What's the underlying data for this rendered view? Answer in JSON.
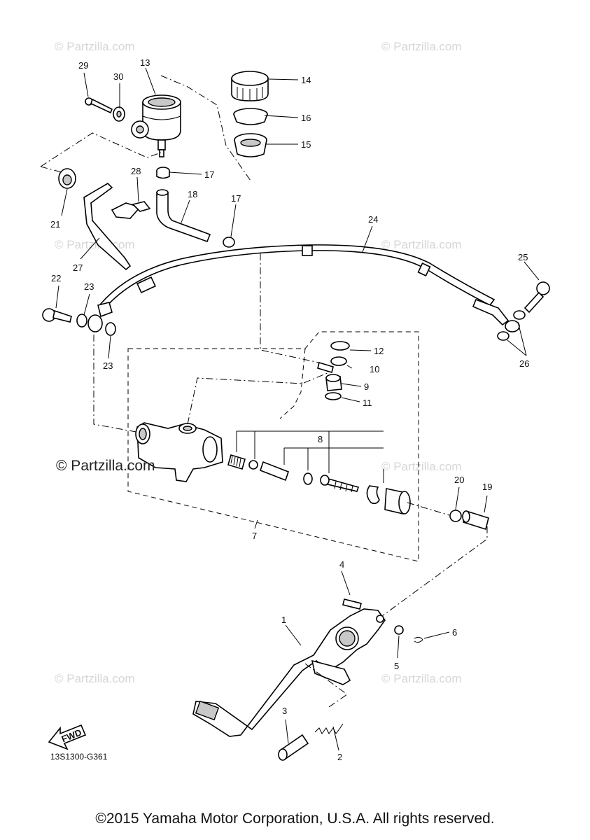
{
  "watermark": "© Partzilla.com",
  "diagram_code": "13S1300-G361",
  "copyright": "©2015 Yamaha Motor Corporation, U.S.A. All rights reserved.",
  "fwd_label": "FWD",
  "callouts": {
    "p1": "1",
    "p2": "2",
    "p3": "3",
    "p4": "4",
    "p5": "5",
    "p6": "6",
    "p7": "7",
    "p8": "8",
    "p9": "9",
    "p10": "10",
    "p11": "11",
    "p12": "12",
    "p13": "13",
    "p14": "14",
    "p15": "15",
    "p16": "16",
    "p17a": "17",
    "p17b": "17",
    "p18": "18",
    "p19": "19",
    "p20": "20",
    "p21": "21",
    "p22": "22",
    "p23a": "23",
    "p23b": "23",
    "p24": "24",
    "p25": "25",
    "p26": "26",
    "p27": "27",
    "p28": "28",
    "p29": "29",
    "p30": "30"
  }
}
